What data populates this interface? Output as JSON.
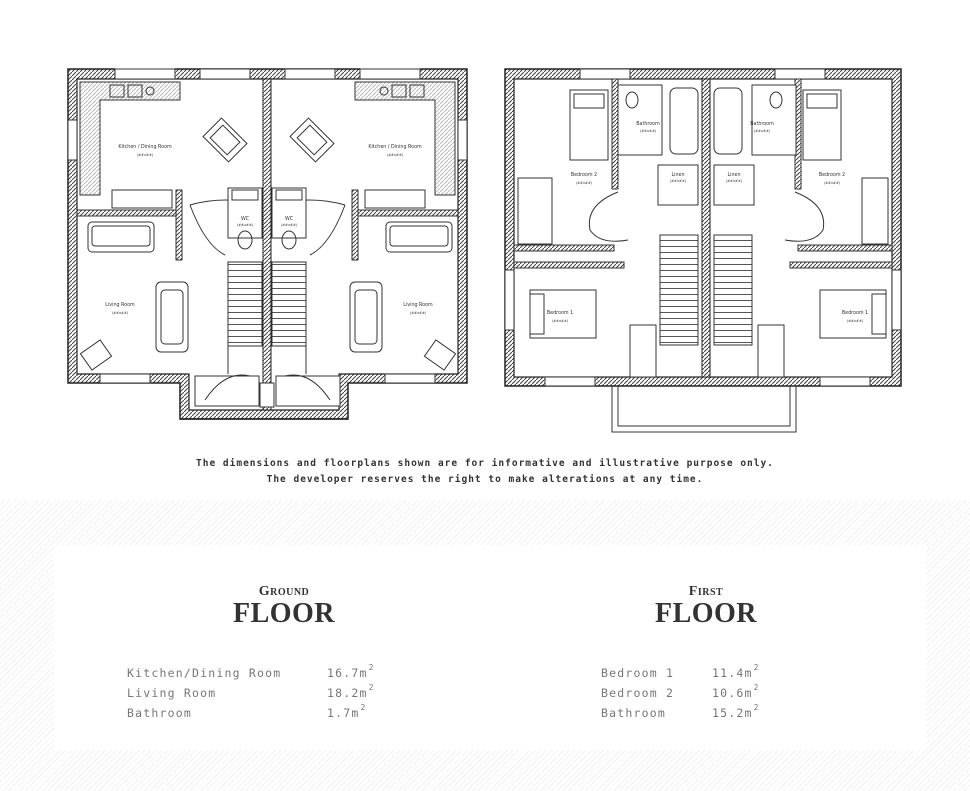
{
  "ground_plan": {
    "left": {
      "kitchen": {
        "label": "Kitchen / Dining Room",
        "size": "(##x##)"
      },
      "living": {
        "label": "Living Room",
        "size": "(##x##)"
      },
      "wc": {
        "label": "WC",
        "size": "(##x##)"
      }
    },
    "right": {
      "kitchen": {
        "label": "Kitchen / Dining Room",
        "size": "(##x##)"
      },
      "living": {
        "label": "Living Room",
        "size": "(##x##)"
      },
      "wc": {
        "label": "WC",
        "size": "(##x##)"
      }
    }
  },
  "first_plan": {
    "left": {
      "bedroom2": {
        "label": "Bedroom 2",
        "size": "(##x##)"
      },
      "bedroom1": {
        "label": "Bedroom 1",
        "size": "(##x##)"
      },
      "bathroom": {
        "label": "Bathroom",
        "size": "(##x##)"
      },
      "linen": {
        "label": "Linen",
        "size": "(##x##)"
      }
    },
    "right": {
      "bedroom2": {
        "label": "Bedroom 2",
        "size": "(##x##)"
      },
      "bedroom1": {
        "label": "Bedroom 1",
        "size": "(##x##)"
      },
      "bathroom": {
        "label": "Bathroom",
        "size": "(##x##)"
      },
      "linen": {
        "label": "Linen",
        "size": "(##x##)"
      }
    }
  },
  "disclaimer": {
    "line1": "The dimensions and floorplans shown are for informative and illustrative purpose only.",
    "line2": "The developer reserves the right to make alterations at any time."
  },
  "ground_floor": {
    "title_small": "Ground",
    "title_big": "FLOOR",
    "rooms": [
      {
        "name": "Kitchen/Dining Room",
        "area": "16.7m",
        "unit_exp": "2"
      },
      {
        "name": "Living Room",
        "area": "18.2m",
        "unit_exp": "2"
      },
      {
        "name": "Bathroom",
        "area": "1.7m",
        "unit_exp": "2"
      }
    ]
  },
  "first_floor": {
    "title_small": "First",
    "title_big": "FLOOR",
    "rooms": [
      {
        "name": "Bedroom 1",
        "area": "11.4m",
        "unit_exp": "2"
      },
      {
        "name": "Bedroom 2",
        "area": "10.6m",
        "unit_exp": "2"
      },
      {
        "name": "Bathroom",
        "area": "15.2m",
        "unit_exp": "2"
      }
    ]
  }
}
